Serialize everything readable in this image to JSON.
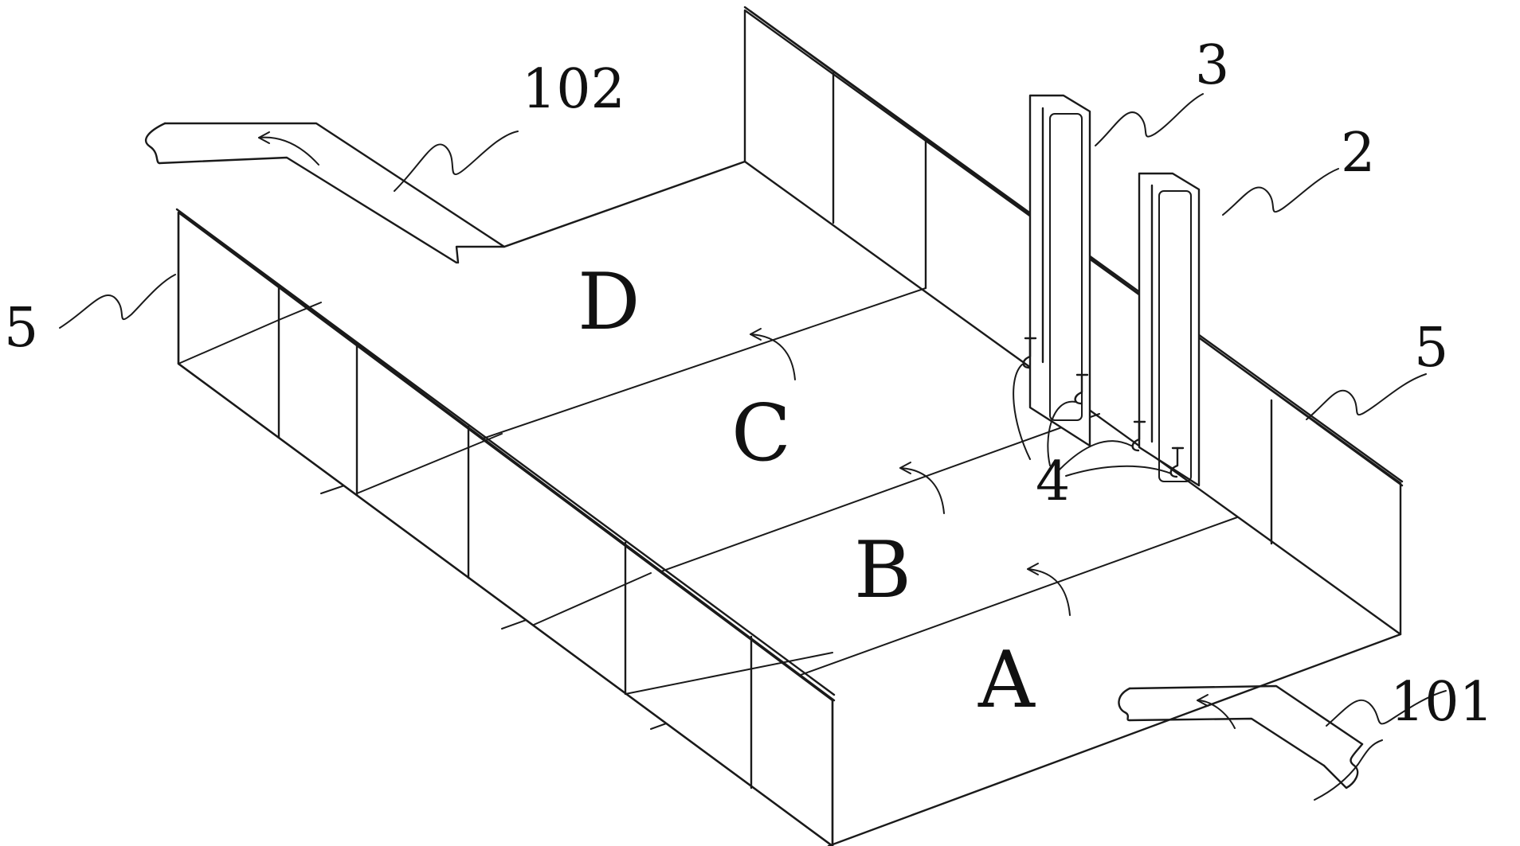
{
  "zones": {
    "a": "A",
    "b": "B",
    "c": "C",
    "d": "D"
  },
  "labels": {
    "outlet": "102",
    "inlet": "101",
    "wall_left": "5",
    "wall_right": "5",
    "plate_rear": "3",
    "plate_front": "2",
    "nozzles": "4"
  }
}
